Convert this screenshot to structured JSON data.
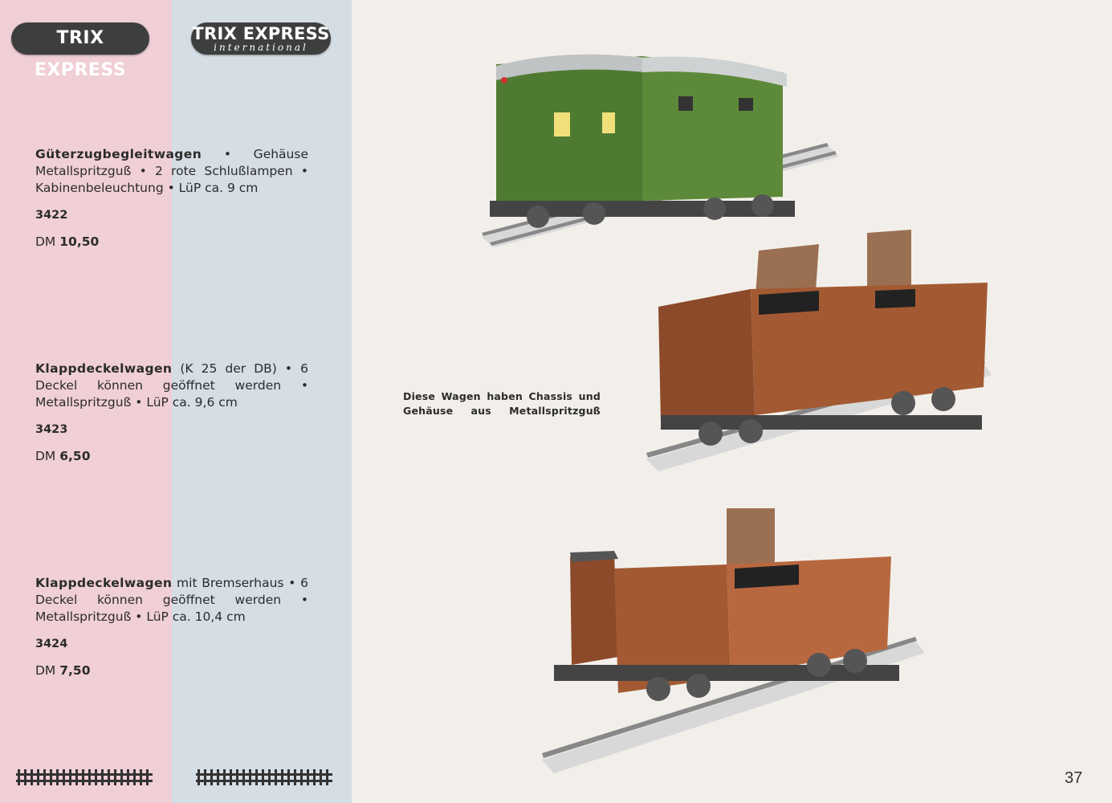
{
  "logos": {
    "trix_express": "TRIX EXPRESS",
    "trix_express_intl_main": "TRIX EXPRESS",
    "trix_express_intl_sub": "international"
  },
  "items": [
    {
      "title": "Güterzugbegleitwagen",
      "line1_rest": " • Gehäuse",
      "line2": "Metallspritzguß • 2 rote Schlußlampen •",
      "line3": "Kabinenbeleuchtung • LüP ca. 9 cm",
      "number": "3422",
      "currency": "DM",
      "price": "10,50"
    },
    {
      "title": "Klappdeckelwagen",
      "line1_rest": " (K 25 der DB) •",
      "line2": "6 Deckel können geöffnet werden •",
      "line3": "Metallspritzguß • LüP ca. 9,6 cm",
      "number": "3423",
      "currency": "DM",
      "price": "6,50"
    },
    {
      "title": "Klappdeckelwagen",
      "line1_rest": " mit Bremserhaus •",
      "line2": "6 Deckel können geöffnet werden •",
      "line3": "Metallspritzguß • LüP ca. 10,4 cm",
      "number": "3424",
      "currency": "DM",
      "price": "7,50"
    }
  ],
  "note": {
    "line1": "Diese Wagen haben Chassis und",
    "line2": "Gehäuse aus Metallspritzguß"
  },
  "page_number": "37",
  "illustrations": {
    "wagon_top": "green-baggage-wagon-icon",
    "wagon_middle": "brown-hopper-wagon-icon",
    "wagon_bottom": "brown-hopper-wagon-with-brakehouse-icon"
  },
  "colors": {
    "pink_column": "#f0cfd6",
    "blue_column": "#d5dde5",
    "page_bg": "#f2efea",
    "green_wagon": "#4f7a32",
    "brown_wagon": "#8c4a2a"
  }
}
